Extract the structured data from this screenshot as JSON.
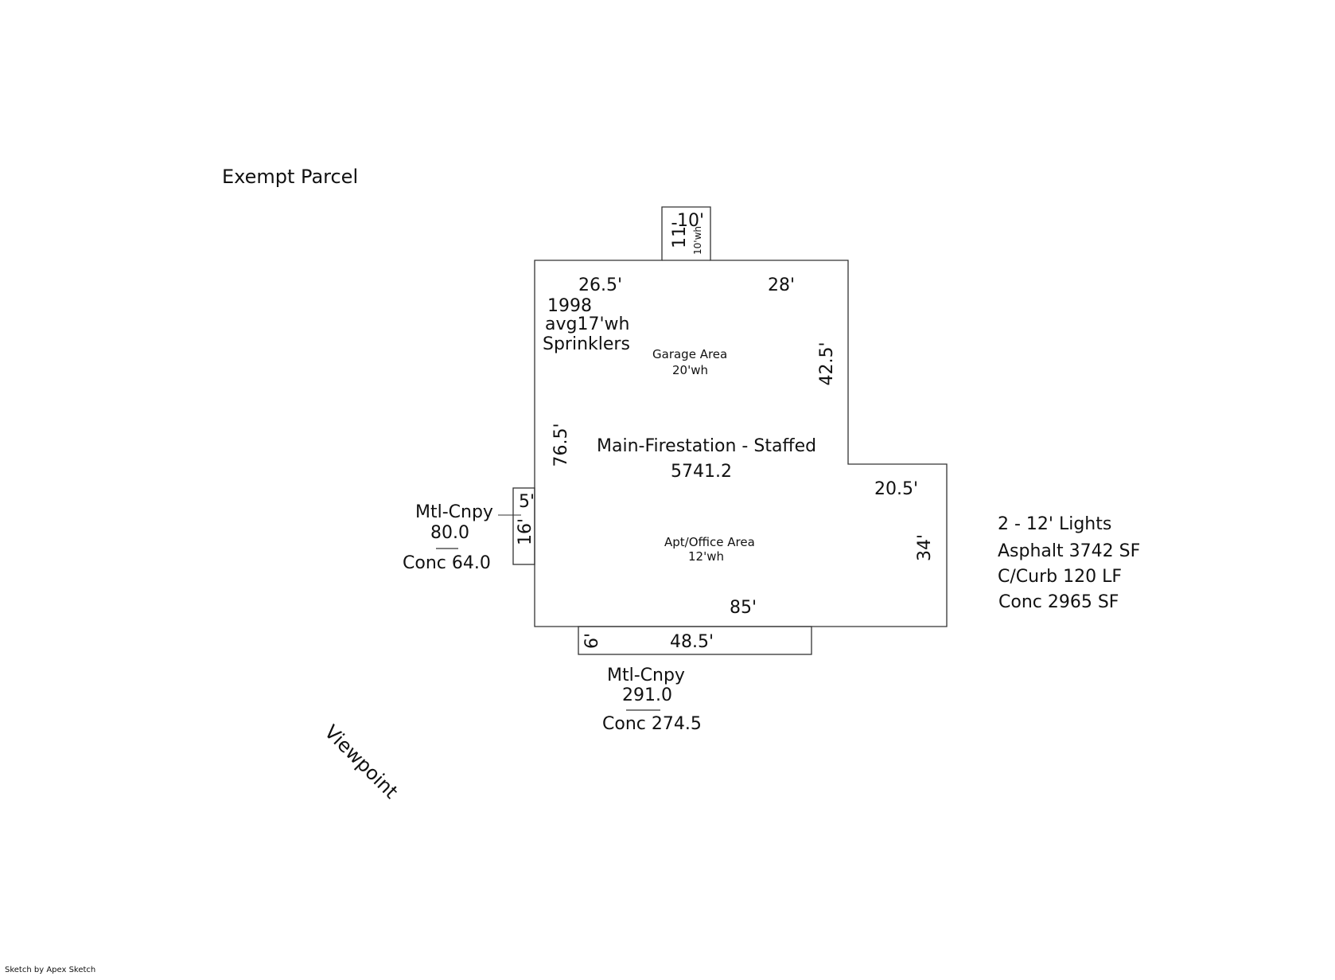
{
  "title": "Exempt Parcel",
  "viewpoint": "Viewpoint",
  "credit": "Sketch by Apex Sketch",
  "main": {
    "name": "Main-Firestation - Staffed",
    "area": "5741.2",
    "note_year": "1998",
    "note_height": "avg17'wh",
    "note_feature": "Sprinklers"
  },
  "garage": {
    "name": "Garage Area",
    "height": "20'wh"
  },
  "office": {
    "name": "Apt/Office Area",
    "height": "12'wh"
  },
  "dimensions": {
    "top_left": "26.5'",
    "top_right": "28'",
    "right_upper": "42.5'",
    "left": "76.5'",
    "step": "20.5'",
    "right_lower": "34'",
    "bottom": "85'",
    "notch_width": "10'",
    "notch_depth": "11'",
    "notch_height": "10'wh"
  },
  "canopy_left": {
    "label": "Mtl-Cnpy",
    "area": "80.0",
    "conc": "Conc 64.0",
    "dim_w": "5'",
    "dim_h": "16'"
  },
  "canopy_bottom": {
    "label": "Mtl-Cnpy",
    "area": "291.0",
    "conc": "Conc 274.5",
    "dim_h": "6'",
    "dim_w": "48.5'"
  },
  "site_items": [
    "2 - 12' Lights",
    "Asphalt 3742 SF",
    "C/Curb 120 LF",
    "Conc 2965 SF"
  ]
}
